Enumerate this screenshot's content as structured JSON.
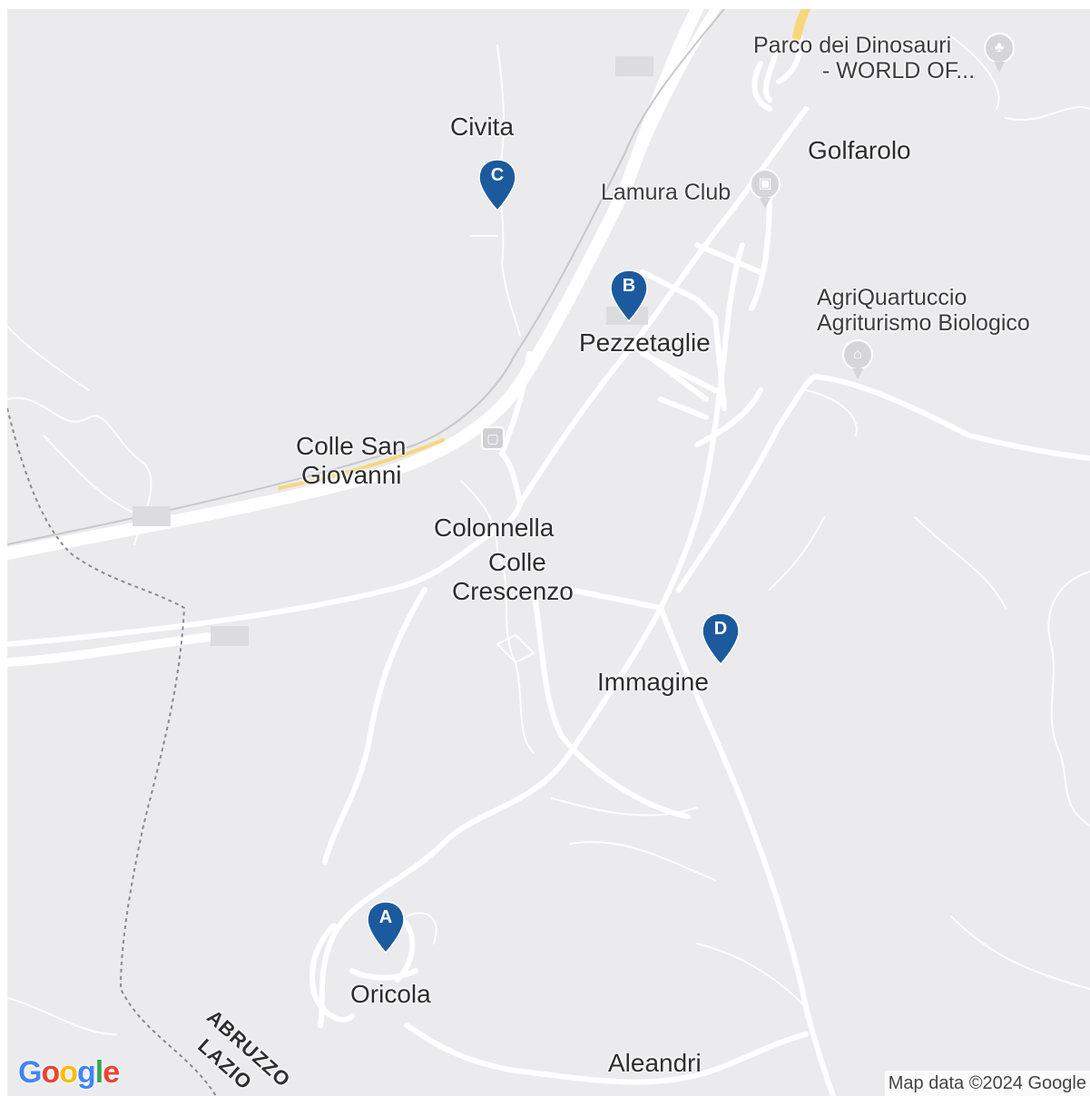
{
  "places": {
    "civita": "Civita",
    "golfarolo": "Golfarolo",
    "pezzetaglie": "Pezzetaglie",
    "colle_san_line1": "Colle San",
    "colle_san_line2": "Giovanni",
    "colonnella": "Colonnella",
    "colle_crescenzo_line1": "Colle",
    "colle_crescenzo_line2": "Crescenzo",
    "immagine": "Immagine",
    "oricola": "Oricola",
    "aleandri": "Aleandri"
  },
  "pois": {
    "parco_line1": "Parco dei Dinosauri",
    "parco_line2": "- WORLD OF...",
    "lamura": "Lamura Club",
    "agri_line1": "AgriQuartuccio",
    "agri_line2": "Agriturismo Biologico"
  },
  "regions": {
    "abruzzo": "ABRUZZO",
    "lazio": "LAZIO"
  },
  "markers": {
    "a": "A",
    "b": "B",
    "c": "C",
    "d": "D"
  },
  "colors": {
    "land": "#ebebee",
    "road": "#ffffff",
    "highway_accent": "#f6d77b",
    "marker": "#1c5a9e"
  },
  "icons": {
    "parco": "tree-icon",
    "lamura": "shopping-bag-icon",
    "agri": "bed-icon",
    "station": "train-icon"
  },
  "logo": "Google",
  "attribution": "Map data ©2024 Google"
}
